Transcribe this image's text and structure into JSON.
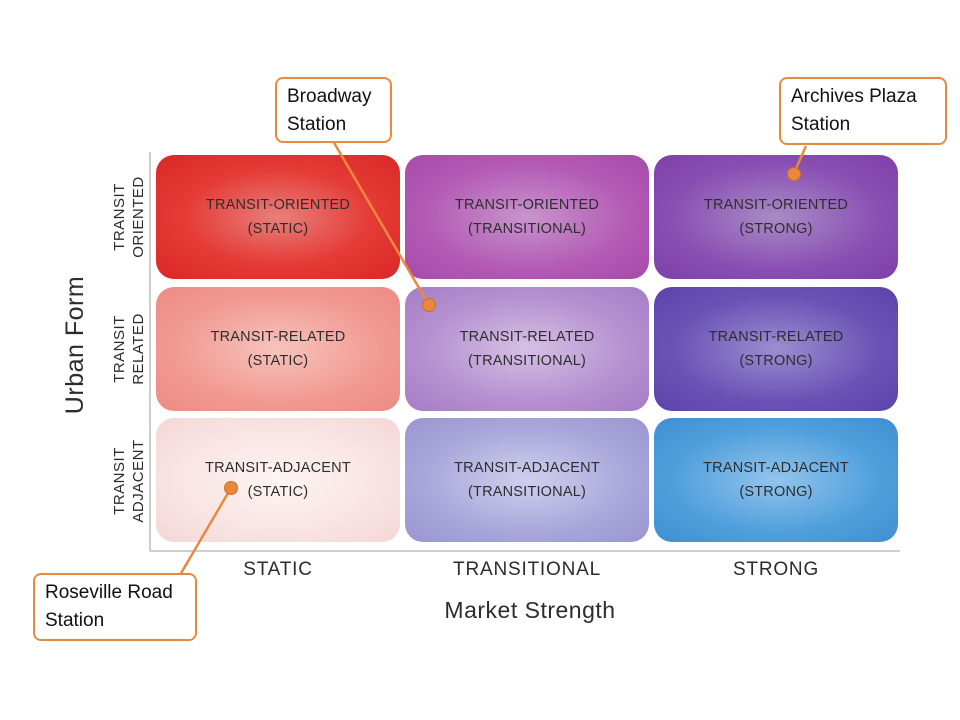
{
  "axes": {
    "y_title": "Urban Form",
    "x_title": "Market Strength"
  },
  "columns": [
    {
      "label": "STATIC"
    },
    {
      "label": "TRANSITIONAL"
    },
    {
      "label": "STRONG"
    }
  ],
  "rows": [
    {
      "line1": "TRANSIT",
      "line2": "ORIENTED"
    },
    {
      "line1": "TRANSIT",
      "line2": "RELATED"
    },
    {
      "line1": "TRANSIT",
      "line2": "ADJACENT"
    }
  ],
  "cells": [
    [
      {
        "title": "TRANSIT-ORIENTED",
        "sub": "(STATIC)",
        "color": "#e53a36"
      },
      {
        "title": "TRANSIT-ORIENTED",
        "sub": "(TRANSITIONAL)",
        "color": "#b35ab5"
      },
      {
        "title": "TRANSIT-ORIENTED",
        "sub": "(STRONG)",
        "color": "#8a4fb3"
      }
    ],
    [
      {
        "title": "TRANSIT-RELATED",
        "sub": "(STATIC)",
        "color": "#f19a92"
      },
      {
        "title": "TRANSIT-RELATED",
        "sub": "(TRANSITIONAL)",
        "color": "#b590d0"
      },
      {
        "title": "TRANSIT-RELATED",
        "sub": "(STRONG)",
        "color": "#6a52b5"
      }
    ],
    [
      {
        "title": "TRANSIT-ADJACENT",
        "sub": "(STATIC)",
        "color": "#f8e2e1"
      },
      {
        "title": "TRANSIT-ADJACENT",
        "sub": "(TRANSITIONAL)",
        "color": "#a9a6da"
      },
      {
        "title": "TRANSIT-ADJACENT",
        "sub": "(STRONG)",
        "color": "#4f9fdc"
      }
    ]
  ],
  "callouts": [
    {
      "line1": "Broadway",
      "line2": "Station"
    },
    {
      "line1": "Archives Plaza",
      "line2": "Station"
    },
    {
      "line1": "Roseville Road",
      "line2": "Station"
    }
  ],
  "colors": {
    "callout_accent": "#e88a3e",
    "axis_line": "#cfcfcf"
  }
}
